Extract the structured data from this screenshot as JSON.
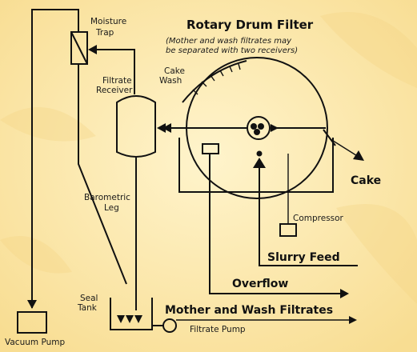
{
  "title": "Rotary Drum Filter",
  "subtitle_line1": "(Mother and wash filtrates may",
  "subtitle_line2": "be separated with two receivers)",
  "labels": {
    "moisture_trap_1": "Moisture",
    "moisture_trap_2": "Trap",
    "filtrate_receiver_1": "Filtrate",
    "filtrate_receiver_2": "Receiver",
    "cake_wash_1": "Cake",
    "cake_wash_2": "Wash",
    "barometric_leg_1": "Barometric",
    "barometric_leg_2": "Leg",
    "seal_tank_1": "Seal",
    "seal_tank_2": "Tank",
    "vacuum_pump": "Vacuum Pump",
    "filtrate_pump": "Filtrate Pump",
    "compressor": "Compressor",
    "cake": "Cake",
    "slurry_feed": "Slurry Feed",
    "overflow": "Overflow",
    "mother_wash_filtrates": "Mother and Wash Filtrates"
  },
  "colors": {
    "background": "#fbe6a6",
    "background_light": "#fff3c8",
    "line": "#111111"
  }
}
